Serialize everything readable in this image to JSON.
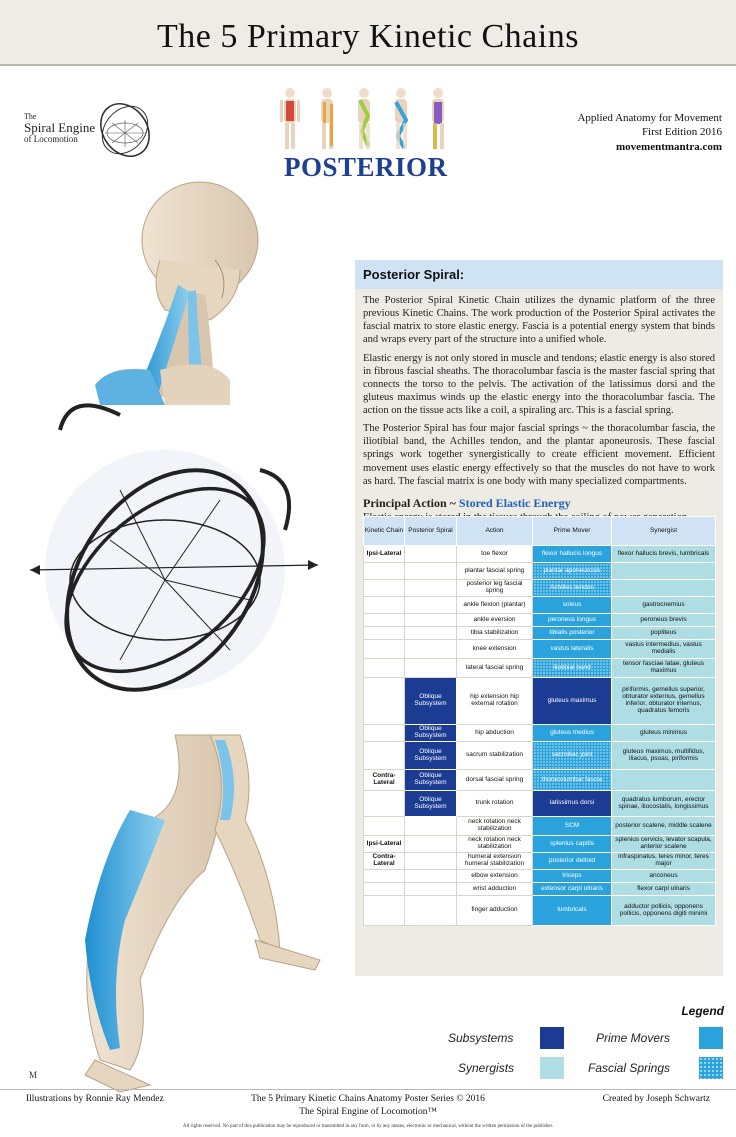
{
  "title": "The 5 Primary Kinetic Chains",
  "logo": {
    "line1": "The",
    "line2": "Spiral Engine",
    "line3": "of Locomotion"
  },
  "figures_icons": [
    "red-figure-icon",
    "orange-figure-icon",
    "green-figure-icon",
    "blue-figure-icon",
    "purple-figure-icon"
  ],
  "view": "POSTERIOR",
  "publication": {
    "line1": "Applied Anatomy for Movement",
    "line2": "First Edition 2016",
    "url": "movementmantra.com"
  },
  "panel": {
    "heading": "Posterior Spiral:",
    "paragraphs": [
      "The Posterior Spiral Kinetic Chain utilizes the dynamic platform of the three previous Kinetic Chains. The work production of the Posterior Spiral activates the fascial matrix to store elastic energy.  Fascia is a potential energy system that binds and wraps every part of the structure into a unified whole.",
      "Elastic energy is not only stored in muscle and tendons; elastic energy is also stored in fibrous fascial sheaths. The thoracolumbar fascia is the master fascial spring that connects the torso to the pelvis. The activation of the latissimus dorsi and the gluteus maximus winds up the elastic energy into the thoracolumbar fascia. The action on the tissue acts like a coil, a spiraling arc. This is a fascial spring.",
      "The Posterior Spiral has four major fascial springs ~ the thoracolumbar fascia, the iliotibial band, the Achilles tendon, and the plantar aponeurosis. These fascial springs work together synergistically to create efficient movement. Efficient movement uses elastic energy effectively so that the muscles do not have to work as hard. The fascial matrix is one body with many specialized compartments."
    ],
    "principal_label": "Principal Action ~ ",
    "principal_value": "Stored Elastic Energy",
    "principal_desc": "Elastic energy is stored in the tissues through the coiling of power generation."
  },
  "table": {
    "headers": [
      "Kinetic Chain",
      "Posterior Spiral",
      "Action",
      "Prime Mover",
      "Synergist"
    ],
    "rows": [
      {
        "chain": "Ipsi-Lateral",
        "sub": "",
        "action": "toe flexor",
        "pm": "flexor hallucis longus",
        "pm_type": "pm",
        "syn": "flexor hallucis brevis, lumbricals"
      },
      {
        "chain": "",
        "sub": "",
        "action": "plantar fascial spring",
        "pm": "plantar aponeurosis",
        "pm_type": "fs",
        "syn": ""
      },
      {
        "chain": "",
        "sub": "",
        "action": "posterior leg fascial spring",
        "pm": "Achilles tendon",
        "pm_type": "fs",
        "syn": ""
      },
      {
        "chain": "",
        "sub": "",
        "action": "ankle flexion (plantar)",
        "pm": "soleus",
        "pm_type": "pm",
        "syn": "gastrocnemius"
      },
      {
        "chain": "",
        "sub": "",
        "action": "ankle eversion",
        "pm": "peroneus longus",
        "pm_type": "pm",
        "syn": "peroneus brevis"
      },
      {
        "chain": "",
        "sub": "",
        "action": "tibia stabilization",
        "pm": "tibialis posterior",
        "pm_type": "pm",
        "syn": "popliteus"
      },
      {
        "chain": "",
        "sub": "",
        "action": "knee extension",
        "pm": "vastus lateralis",
        "pm_type": "pm",
        "syn": "vastus intermedius, vastus medialis"
      },
      {
        "chain": "",
        "sub": "",
        "action": "lateral fascial spring",
        "pm": "iliotibial band",
        "pm_type": "fs",
        "syn": "tensor fasciae latae, gluteus maximus"
      },
      {
        "chain": "",
        "sub": "Oblique Subsystem",
        "action": "hip extension hip external rotation",
        "pm": "gluteus maximus",
        "pm_type": "sub",
        "syn": "piriformis, gemellus superior, obturator externus, gemellus inferior, obturator internus, quadratus femoris"
      },
      {
        "chain": "",
        "sub": "Oblique Subsystem",
        "action": "hip abduction",
        "pm": "gluteus medius",
        "pm_type": "pm",
        "syn": "gluteus minimus"
      },
      {
        "chain": "",
        "sub": "Oblique Subsystem",
        "action": "sacrum stabilization",
        "pm": "sacroiliac joint",
        "pm_type": "fs",
        "syn": "gluteus maximus, multifidus, iliacus, psoas, piriformis"
      },
      {
        "chain": "Contra-Lateral",
        "sub": "Oblique Subsystem",
        "action": "dorsal fascial spring",
        "pm": "thoracolumbar fascia",
        "pm_type": "fs",
        "syn": ""
      },
      {
        "chain": "",
        "sub": "Oblique Subsystem",
        "action": "trunk rotation",
        "pm": "latissimus dorsi",
        "pm_type": "sub",
        "syn": "quadratus lumborum, erector spinae, iliocostalis, longissimus"
      },
      {
        "chain": "",
        "sub": "",
        "action": "neck rotation neck stabilization",
        "pm": "SCM",
        "pm_type": "pm",
        "syn": "posterior scalene, middle scalene"
      },
      {
        "chain": "Ipsi-Lateral",
        "sub": "",
        "action": "neck rotation neck stabilization",
        "pm": "splenius capitis",
        "pm_type": "pm",
        "syn": "splenius cervicis, levator scapula, anterior scalene"
      },
      {
        "chain": "Contra-Lateral",
        "sub": "",
        "action": "humeral extension humeral stabilization",
        "pm": "posterior deltoid",
        "pm_type": "pm",
        "syn": "infraspinatus, teres minor, teres major"
      },
      {
        "chain": "",
        "sub": "",
        "action": "elbow extension",
        "pm": "triceps",
        "pm_type": "pm",
        "syn": "anconeus"
      },
      {
        "chain": "",
        "sub": "",
        "action": "wrist adduction",
        "pm": "extensor carpi ulnaris",
        "pm_type": "pm",
        "syn": "flexor carpi ulnaris"
      },
      {
        "chain": "",
        "sub": "",
        "action": "finger adduction",
        "pm": "lumbricals",
        "pm_type": "pm",
        "syn": "adductor pollicis, opponens pollicis, opponens digiti minimi"
      }
    ]
  },
  "legend": {
    "title": "Legend",
    "subsystems": "Subsystems",
    "prime_movers": "Prime Movers",
    "synergists": "Synergists",
    "fascial_springs": "Fascial Springs",
    "colors": {
      "subsystems": "#1c3c93",
      "prime_movers": "#2aa3dc",
      "synergists": "#aedde4",
      "fascial_springs": "#2aa3dc"
    }
  },
  "footer": {
    "left": "Illustrations by Ronnie Ray Mendez",
    "center1": "The 5 Primary Kinetic Chains Anatomy Poster Series © 2016",
    "center2": "The Spiral Engine of Locomotion™",
    "right": "Created by Joseph Schwartz",
    "rights": "All rights reserved. No part of this publication may be reproduced or transmitted in any form, or by any means, electronic or mechanical, without the written permission of the publisher.",
    "monogram": "M"
  }
}
